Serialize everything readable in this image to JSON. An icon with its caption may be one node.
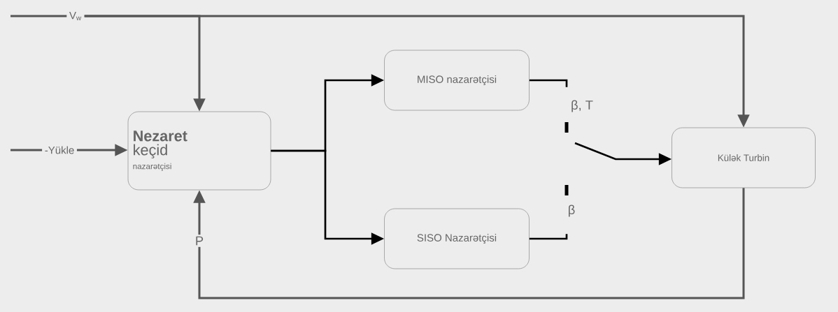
{
  "diagram": {
    "nodes": [
      {
        "text": [
          "V$_{w}$"
        ]
      },
      {
        "text": [
          "-Yükle"
        ]
      },
      {
        "text": [
          "Nezaret",
          "keçid",
          "nazarətçisi"
        ]
      },
      {
        "text": [
          "MISO nazarətçisi"
        ]
      },
      {
        "text": [
          "SISO Nazarətçisi"
        ]
      },
      {
        "text": [
          "Külək Turbin"
        ]
      },
      {
        "text": [],
        "shape": "switch"
      }
    ],
    "edges": [
      {
        "from": null,
        "to": 0,
        "arrow": "none"
      },
      {
        "from": null,
        "to": 1,
        "arrow": "none"
      },
      {
        "from": 0,
        "to": 2,
        "arrow": "to"
      },
      {
        "from": 0,
        "to": 5,
        "arrow": "to"
      },
      {
        "from": 1,
        "to": 2,
        "arrow": "to"
      },
      {
        "from": 2,
        "to": 3,
        "arrow": "to",
        "color": "#000000"
      },
      {
        "from": 2,
        "to": 4,
        "arrow": "to",
        "color": "#000000"
      },
      {
        "from": 3,
        "to": 6,
        "arrow": "none",
        "label": "β, T",
        "color": "#000000"
      },
      {
        "from": 4,
        "to": 6,
        "arrow": "none",
        "label": "β",
        "color": "#000000"
      },
      {
        "from": 6,
        "to": 5,
        "arrow": "to",
        "color": "#000000"
      },
      {
        "from": 5,
        "to": 2,
        "arrow": "to",
        "label": "P"
      }
    ]
  }
}
